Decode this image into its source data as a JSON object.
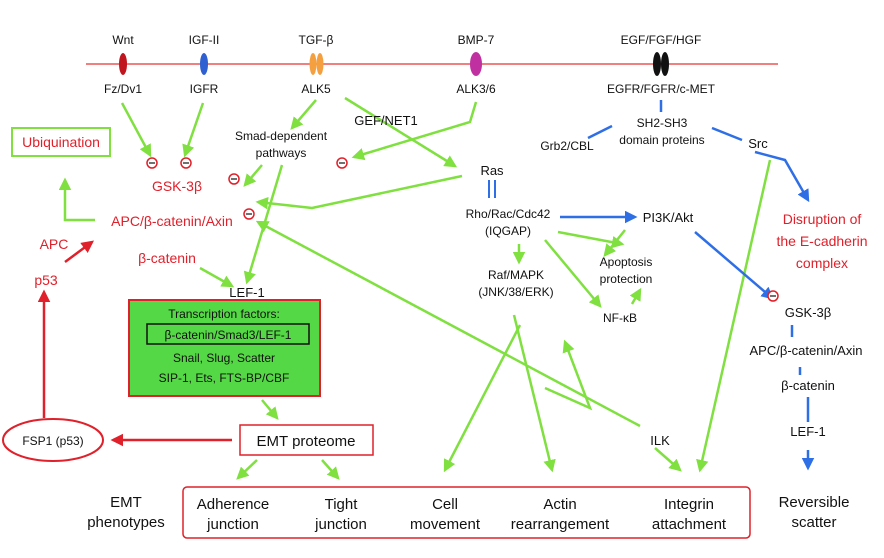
{
  "colors": {
    "membrane": "#f08080",
    "green_arrow": "#7fe040",
    "blue_arrow": "#2f6fe6",
    "red_arrow": "#e0202a",
    "tf_box_fill": "#55d845",
    "tf_box_border": "#e0202a",
    "text_black": "#111111",
    "text_red": "#e0202a"
  },
  "ligands": {
    "wnt": "Wnt",
    "igf2": "IGF-II",
    "tgfb": "TGF-β",
    "bmp7": "BMP-7",
    "egf": "EGF/FGF/HGF"
  },
  "receptors": {
    "fz": "Fz/Dv1",
    "igfr": "IGFR",
    "alk5": "ALK5",
    "alk36": "ALK3/6",
    "egfr": "EGFR/FGFR/c-MET"
  },
  "nodes": {
    "ubiquination": "Ubiquination",
    "gsk3b_left": "GSK-3β",
    "apc_complex_left": "APC/β-catenin/Axin",
    "bcatenin_left": "β-catenin",
    "lef1_left": "LEF-1",
    "apc": "APC",
    "p53": "p53",
    "fsp1": "FSP1 (p53)",
    "smad_line1": "Smad-dependent",
    "smad_line2": "pathways",
    "gef": "GEF/NET1",
    "grb2": "Grb2/CBL",
    "sh2_line1": "SH2-SH3",
    "sh2_line2": "domain proteins",
    "src": "Src",
    "ras": "Ras",
    "rho_line1": "Rho/Rac/Cdc42",
    "rho_line2": "(IQGAP)",
    "pi3k": "PI3K/Akt",
    "apoptosis_line1": "Apoptosis",
    "apoptosis_line2": "protection",
    "nfkb": "NF-κB",
    "raf_line1": "Raf/MAPK",
    "raf_line2": "(JNK/38/ERK)",
    "disruption_line1": "Disruption of",
    "disruption_line2": "the E-cadherin",
    "disruption_line3": "complex",
    "gsk3b_right": "GSK-3β",
    "apc_complex_right": "APC/β-catenin/Axin",
    "bcatenin_right": "β-catenin",
    "lef1_right": "LEF-1",
    "ilk": "ILK",
    "emt_proteome": "EMT proteome"
  },
  "transcription_box": {
    "title": "Transcription factors:",
    "inner": "β-catenin/Smad3/LEF-1",
    "line3": "Snail, Slug, Scatter",
    "line4": "SIP-1, Ets, FTS-BP/CBF"
  },
  "outcomes": {
    "emt_line1": "EMT",
    "emt_line2": "phenotypes",
    "adherence_line1": "Adherence",
    "adherence_line2": "junction",
    "tight_line1": "Tight",
    "tight_line2": "junction",
    "cell_line1": "Cell",
    "cell_line2": "movement",
    "actin_line1": "Actin",
    "actin_line2": "rearrangement",
    "integrin_line1": "Integrin",
    "integrin_line2": "attachment",
    "reversible_line1": "Reversible",
    "reversible_line2": "scatter"
  }
}
